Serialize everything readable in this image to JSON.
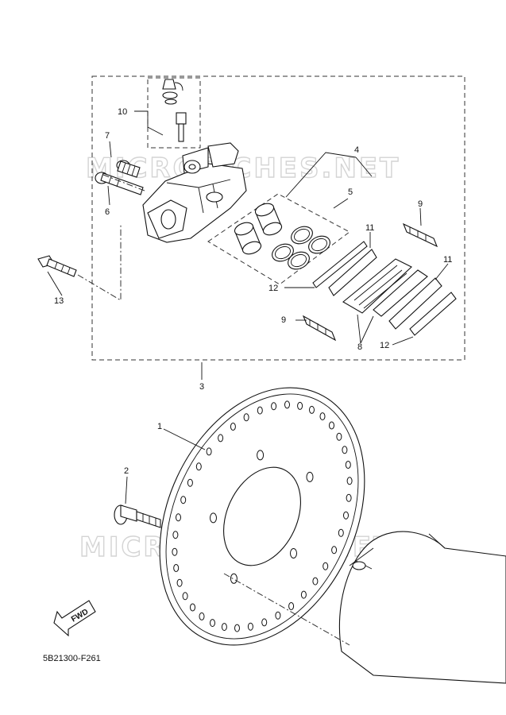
{
  "watermark": "MICROFICHES.NET",
  "callouts": {
    "p1": "1",
    "p2": "2",
    "p3": "3",
    "p4": "4",
    "p5": "5",
    "p6": "6",
    "p7": "7",
    "p8": "8",
    "p9a": "9",
    "p9b": "9",
    "p10": "10",
    "p11a": "11",
    "p11b": "11",
    "p12a": "12",
    "p12b": "12",
    "p13": "13"
  },
  "fwd_label": "FWD",
  "diagram_code": "5B21300-F261"
}
